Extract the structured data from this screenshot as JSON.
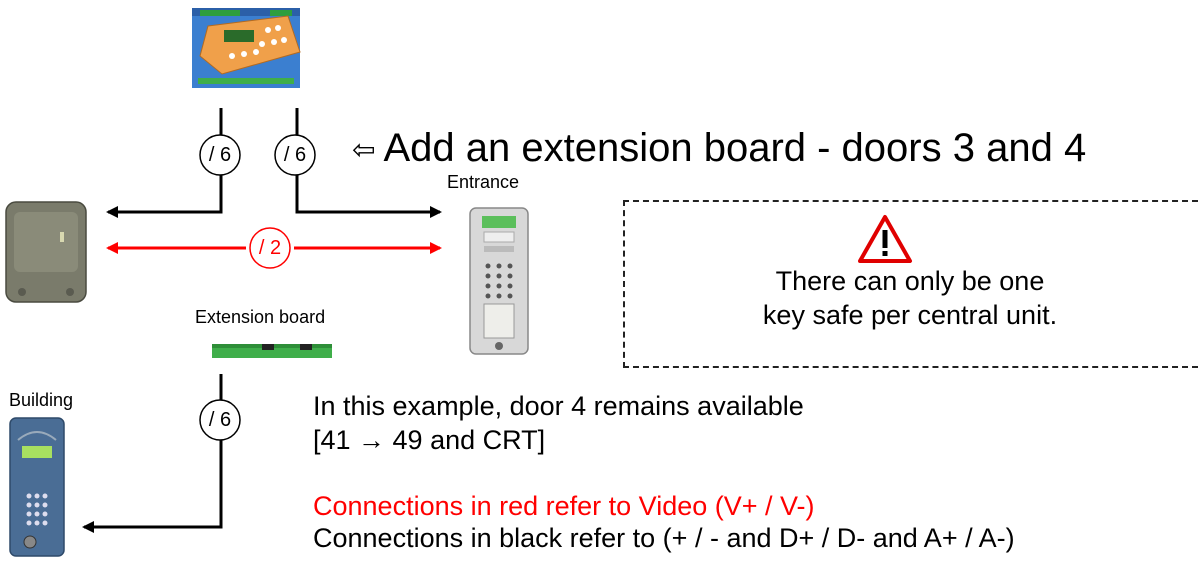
{
  "title": {
    "arrow": "⇦",
    "text": "Add an extension board - doors 3 and 4"
  },
  "labels": {
    "entrance": "Entrance",
    "extension_board": "Extension board",
    "building": "Building"
  },
  "cables": {
    "left": "/ 6",
    "right": "/ 6",
    "video": "/ 2",
    "building": "/ 6"
  },
  "note": {
    "line1": "There can only be one",
    "line2": "key safe per central unit."
  },
  "info": {
    "line1": "In this example, door 4 remains available",
    "line2": "[41 → 49 and CRT]",
    "red": "Connections in red refer to Video (V+ / V-)",
    "black": "Connections in black refer to (+ / - and D+ / D- and A+ / A-)"
  },
  "icons": [
    "central-unit-icon",
    "key-safe-icon",
    "entrance-panel-icon",
    "extension-board-icon",
    "building-panel-icon",
    "warning-icon"
  ],
  "colors": {
    "video_line": "#ff0000",
    "data_line": "#000000"
  }
}
